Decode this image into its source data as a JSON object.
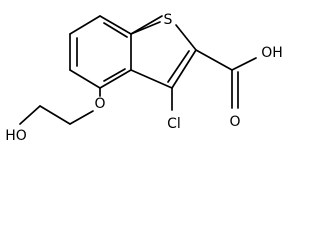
{
  "molecule": {
    "atoms": {
      "sulfur": "S",
      "chlorine": "Cl",
      "ether_oxygen": "O",
      "hydroxyl": "HO",
      "acid_hydroxyl": "OH",
      "carbonyl_oxygen": "O"
    },
    "colors": {
      "bond": "#000000",
      "label": "#000000",
      "background": "#ffffff"
    }
  }
}
